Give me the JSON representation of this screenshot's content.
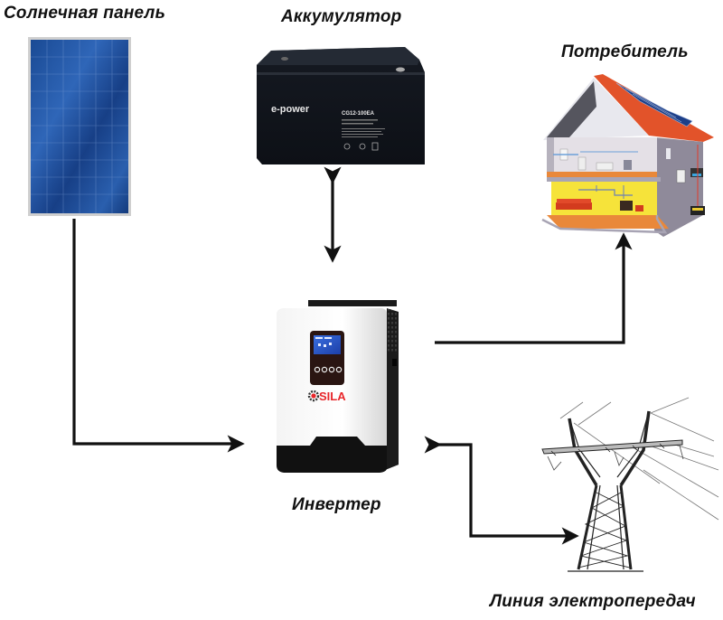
{
  "diagram": {
    "title_nodes": {
      "solar_panel": "Солнечная панель",
      "battery": "Аккумулятор",
      "consumer": "Потребитель",
      "inverter": "Инвертер",
      "power_line": "Линия электропередач"
    },
    "battery_device": {
      "brand": "e-power",
      "model": "CG12-100EA"
    },
    "inverter_device": {
      "brand": "SILA"
    },
    "connections": [
      {
        "from": "Солнечная панель",
        "to": "Инвертер",
        "direction": "one-way"
      },
      {
        "from": "Аккумулятор",
        "to": "Инвертер",
        "direction": "two-way"
      },
      {
        "from": "Инвертер",
        "to": "Потребитель",
        "direction": "one-way"
      },
      {
        "from": "Линия электропередач",
        "to": "Инвертер",
        "direction": "two-way"
      }
    ],
    "colors": {
      "line": "#111111",
      "panel_blue": "#1d4f9c",
      "battery_body": "#141820",
      "roof": "#e2532a",
      "floor_yellow": "#f6e33a",
      "wall_grey": "#8f8a9a",
      "sila_red": "#e8262a"
    }
  }
}
